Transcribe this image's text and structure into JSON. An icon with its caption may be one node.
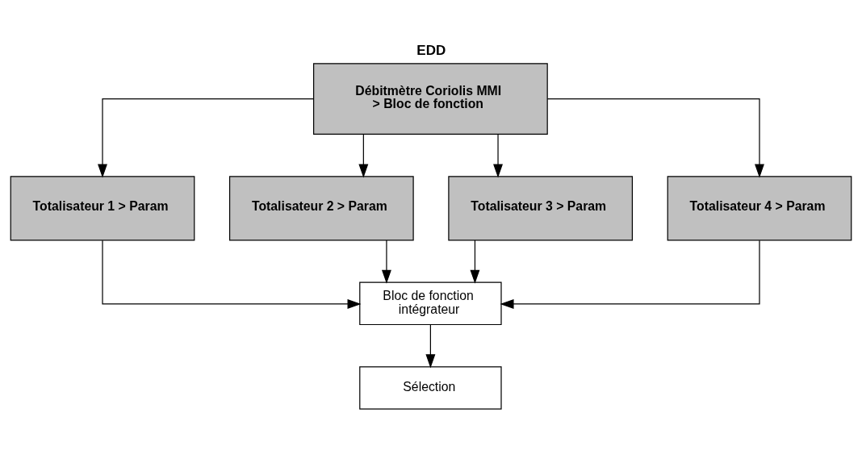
{
  "diagram": {
    "title": "EDD",
    "nodes": [
      {
        "text": [
          "Débitmètre Coriolis MMI > Bloc de fonction"
        ]
      },
      {
        "text": [
          "Totalisateur 1 > Param"
        ]
      },
      {
        "text": [
          "Totalisateur 2 > Param"
        ]
      },
      {
        "text": [
          "Totalisateur 3 > Param"
        ]
      },
      {
        "text": [
          "Totalisateur 4 > Param"
        ]
      },
      {
        "text": [
          "Bloc de fonction intégrateur"
        ]
      },
      {
        "text": [
          "Sélection"
        ]
      }
    ],
    "edges": [
      {
        "from": 0,
        "to": 1,
        "arrow": "to"
      },
      {
        "from": 0,
        "to": 2,
        "arrow": "to"
      },
      {
        "from": 0,
        "to": 3,
        "arrow": "to"
      },
      {
        "from": 0,
        "to": 4,
        "arrow": "to"
      },
      {
        "from": 1,
        "to": 5,
        "arrow": "to"
      },
      {
        "from": 2,
        "to": 5,
        "arrow": "to"
      },
      {
        "from": 3,
        "to": 5,
        "arrow": "to"
      },
      {
        "from": 4,
        "to": 5,
        "arrow": "to"
      },
      {
        "from": 5,
        "to": 6,
        "arrow": "to"
      }
    ]
  }
}
